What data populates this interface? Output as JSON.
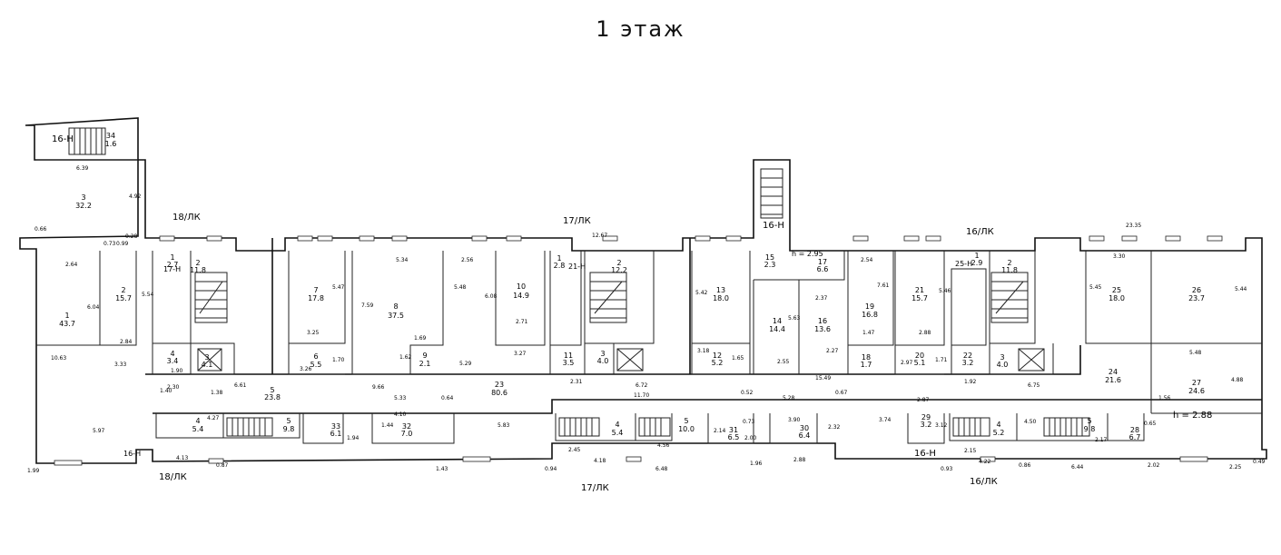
{
  "title": "1 этаж",
  "labels": {
    "sec_18lk_top": "18/ЛК",
    "sec_17lk_top": "17/ЛК",
    "sec_16lk_top": "16/ЛК",
    "sec_18lk_bottom": "18/ЛК",
    "sec_17lk_bottom": "17/ЛК",
    "sec_16lk_bottom": "16/ЛК",
    "h_288": "h = 2.88",
    "h_295": "h = 2.95",
    "r16n_a": "16-Н",
    "r16n_b": "16-Н",
    "r16n_c": "16-Н",
    "r16n_d": "16-Н",
    "r17n": "17-Н",
    "r21n": "21-Н",
    "r25n": "25-Н"
  },
  "rooms": [
    {
      "id": "34",
      "area": "1.6"
    },
    {
      "id": "3",
      "area": "32.2"
    },
    {
      "id": "2",
      "area": "15.7"
    },
    {
      "id": "1",
      "area": "43.7"
    },
    {
      "id": "4",
      "area": "3.4"
    },
    {
      "id": "3b",
      "label": "3",
      "area": "4.1"
    },
    {
      "id": "2b",
      "label": "2",
      "area": "11.8"
    },
    {
      "id": "7",
      "area": "17.8"
    },
    {
      "id": "6",
      "area": "5.5"
    },
    {
      "id": "8",
      "area": "37.5"
    },
    {
      "id": "9",
      "area": "2.1"
    },
    {
      "id": "5",
      "area": "23.8"
    },
    {
      "id": "10",
      "area": "14.9"
    },
    {
      "id": "11",
      "area": "3.5"
    },
    {
      "id": "2c",
      "label": "2",
      "area": "12.2"
    },
    {
      "id": "3c",
      "label": "3",
      "area": "4.0"
    },
    {
      "id": "23",
      "area": "80.6"
    },
    {
      "id": "13",
      "area": "18.0"
    },
    {
      "id": "12",
      "area": "5.2"
    },
    {
      "id": "14",
      "area": "14.4"
    },
    {
      "id": "15",
      "area": "2.3"
    },
    {
      "id": "16",
      "area": "13.6"
    },
    {
      "id": "17",
      "area": "6.6"
    },
    {
      "id": "19",
      "area": "16.8"
    },
    {
      "id": "18",
      "area": "1.7"
    },
    {
      "id": "21",
      "area": "15.7"
    },
    {
      "id": "20",
      "area": "5.1"
    },
    {
      "id": "22",
      "area": "3.2"
    },
    {
      "id": "2d",
      "label": "2",
      "area": "11.8"
    },
    {
      "id": "3d",
      "label": "3",
      "area": "4.0"
    },
    {
      "id": "25",
      "area": "18.0"
    },
    {
      "id": "26",
      "area": "23.7"
    },
    {
      "id": "27",
      "area": "24.6"
    },
    {
      "id": "24",
      "area": "21.6"
    },
    {
      "id": "4e",
      "label": "4",
      "area": "5.4"
    },
    {
      "id": "5e",
      "label": "5",
      "area": "9.8"
    },
    {
      "id": "33",
      "area": "6.1"
    },
    {
      "id": "32",
      "area": "7.0"
    },
    {
      "id": "4f",
      "label": "4",
      "area": "5.4"
    },
    {
      "id": "5f",
      "label": "5",
      "area": "10.0"
    },
    {
      "id": "31",
      "area": "6.5"
    },
    {
      "id": "30",
      "area": "6.4"
    },
    {
      "id": "29",
      "area": "3.2"
    },
    {
      "id": "4g",
      "label": "4",
      "area": "5.2"
    },
    {
      "id": "5g",
      "label": "5",
      "area": "9.8"
    },
    {
      "id": "28",
      "area": "6.7"
    },
    {
      "id": "1b",
      "label": "1",
      "area": "2.9"
    },
    {
      "id": "1c",
      "label": "1",
      "area": "2.7"
    },
    {
      "id": "1d",
      "label": "1",
      "area": "2.8"
    }
  ],
  "dims": {
    "d639": "6.39",
    "d492": "4.92",
    "d066": "0.66",
    "d264": "2.64",
    "d073": "0.73",
    "d099": "0.99",
    "d028": "0.28",
    "d604": "6.04",
    "d554": "5.54",
    "d1063": "10.63",
    "d284": "2.84",
    "d333": "3.33",
    "d597": "5.97",
    "d199": "1.99",
    "d413": "4.13",
    "d087": "0.87",
    "d230": "2.30",
    "d190": "1.90",
    "d661": "6.61",
    "d326": "3.26",
    "d170": "1.70",
    "d325": "3.25",
    "d547": "5.47",
    "d534": "5.34",
    "d759": "7.59",
    "d966": "9.66",
    "d169": "1.69",
    "d162": "1.62",
    "d256": "2.56",
    "d548": "5.48",
    "d608": "6.08",
    "d529": "5.29",
    "d583": "5.83",
    "d143": "1.43",
    "d094": "0.94",
    "d1267": "12.67",
    "d271": "2.71",
    "d327": "3.27",
    "d231": "2.31",
    "d672": "6.72",
    "d1170": "11.70",
    "d418": "4.18",
    "d648": "6.48",
    "d245": "2.45",
    "d542": "5.42",
    "d318": "3.18",
    "d165": "1.65",
    "d255": "2.55",
    "d1549": "15.49",
    "d563": "5.63",
    "d237": "2.37",
    "d227": "2.27",
    "d254": "2.54",
    "d761": "7.61",
    "d147": "1.47",
    "d288": "2.88",
    "d546": "5.46",
    "d297": "2.97",
    "d171": "1.71",
    "d192": "1.92",
    "d675": "6.75",
    "d2335": "23.35",
    "d330": "3.30",
    "d545": "5.45",
    "d544": "5.44",
    "d548b": "5.48",
    "d488": "4.88",
    "d225": "2.25",
    "d049": "0.49",
    "d202": "2.02",
    "d644": "6.44",
    "d086": "0.86",
    "d215": "2.15",
    "d422": "4.22",
    "d093": "0.93",
    "d374": "3.74",
    "d287": "2.87",
    "d528": "5.28",
    "d390": "3.90",
    "d232": "2.32",
    "d288b": "2.88",
    "d196": "1.96",
    "d200": "2.00",
    "d214": "2.14",
    "d073b": "0.73",
    "d052": "0.52",
    "d456": "4.56",
    "d427": "4.27",
    "d533": "5.33",
    "d410": "4.10",
    "d064": "0.64",
    "d144": "1.44",
    "d194": "1.94",
    "d140": "1.40",
    "d138": "1.38",
    "d067": "0.67",
    "d312": "3.12",
    "d156": "1.56",
    "d065": "0.65",
    "d450": "4.50",
    "d217": "2.17"
  }
}
